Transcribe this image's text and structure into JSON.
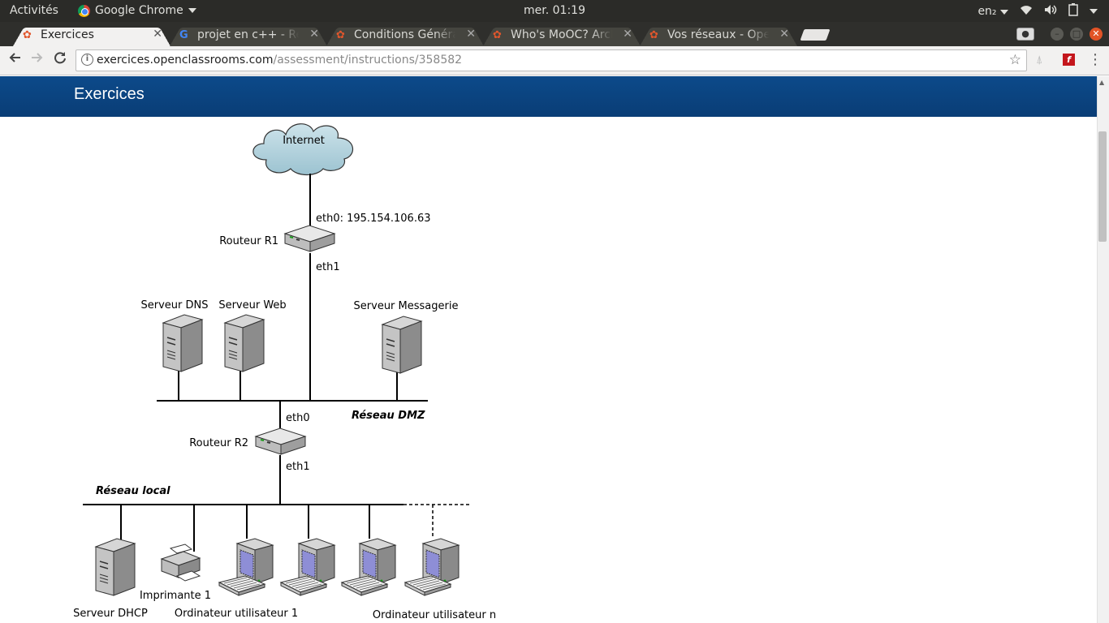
{
  "system": {
    "activities": "Activités",
    "app_name": "Google Chrome",
    "clock": "mer. 01:19",
    "keyboard": "en₂"
  },
  "tabs": [
    {
      "title": "Exercices",
      "favicon": "openclassrooms-icon",
      "active": true
    },
    {
      "title": "projet en c++ - Recherche Google",
      "favicon": "google-icon",
      "active": false
    },
    {
      "title": "Conditions Générales",
      "favicon": "openclassrooms-icon",
      "active": false
    },
    {
      "title": "Who's MoOC? Archives",
      "favicon": "openclassrooms-icon",
      "active": false
    },
    {
      "title": "Vos réseaux - OpenClassrooms",
      "favicon": "openclassrooms-icon",
      "active": false
    }
  ],
  "address_bar": {
    "host": "exercices.openclassrooms.com",
    "path": "/assessment/instructions/358582"
  },
  "page": {
    "banner_title": "Exercices"
  },
  "diagram": {
    "internet": "Internet",
    "router_r1": "Routeur R1",
    "r1_eth0": "eth0: 195.154.106.63",
    "r1_eth1": "eth1",
    "server_dns": "Serveur DNS",
    "server_web": "Serveur Web",
    "server_mail": "Serveur Messagerie",
    "dmz_label": "Réseau DMZ",
    "router_r2": "Routeur R2",
    "r2_eth0": "eth0",
    "r2_eth1": "eth1",
    "local_label": "Réseau local",
    "server_dhcp": "Serveur DHCP",
    "printer": "Imprimante 1",
    "user_pc_1": "Ordinateur utilisateur 1",
    "user_pc_n": "Ordinateur utilisateur n"
  }
}
